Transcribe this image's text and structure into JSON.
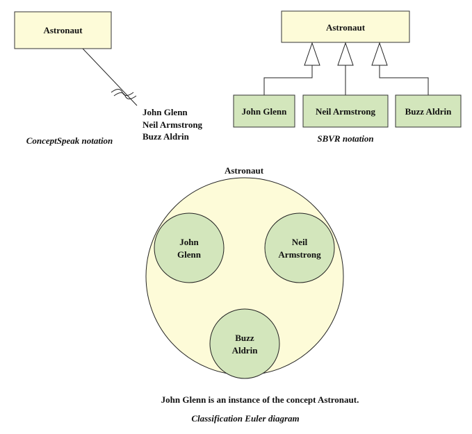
{
  "colors": {
    "concept_fill": "#fdfbd8",
    "instance_fill": "#d3e6bc",
    "stroke": "#333333"
  },
  "conceptspeak": {
    "concept": "Astronaut",
    "instances": [
      "John Glenn",
      "Neil Armstrong",
      "Buzz Aldrin"
    ],
    "caption": "ConceptSpeak notation"
  },
  "sbvr": {
    "concept": "Astronaut",
    "instances": [
      "John Glenn",
      "Neil Armstrong",
      "Buzz Aldrin"
    ],
    "caption": "SBVR notation"
  },
  "euler": {
    "concept": "Astronaut",
    "instances": [
      [
        "John",
        "Glenn"
      ],
      [
        "Neil",
        "Armstrong"
      ],
      [
        "Buzz",
        "Aldrin"
      ]
    ],
    "statement": "John Glenn is an instance of the concept Astronaut.",
    "caption": "Classification Euler diagram"
  }
}
